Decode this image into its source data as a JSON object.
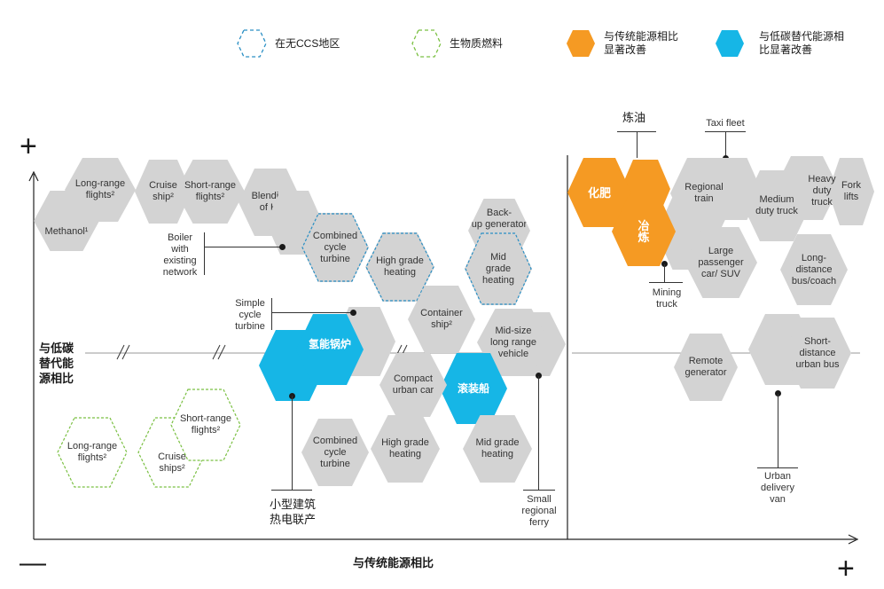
{
  "legend": {
    "no_ccs": "在无CCS地区",
    "biofuel": "生物质燃料",
    "significant_vs_traditional": "与传统能源相比\n显著改善",
    "significant_vs_lowcarbon": "与低碳替代能源相\n比显著改善"
  },
  "axes": {
    "x_label": "与传统能源相比",
    "y_label": "与低碳\n替代能\n源相比",
    "plus": "+",
    "minus": "—"
  },
  "top_left_hexes": {
    "methanol": "Methanol¹",
    "long_range_flights": "Long-range\nflights²",
    "cruise_ship": "Cruise\nship²",
    "short_range_flights": "Short-range\nflights²",
    "blending_h2": "Blending\nof H₂",
    "combined_cycle_turbine": "Combined\ncycle\nturbine",
    "high_grade_heating": "High grade\nheating",
    "backup_generator": "Back-\nup generator",
    "mid_grade_heating": "Mid\ngrade\nheating",
    "container_ship": "Container\nship²",
    "midsize_vehicle": "Mid-size\nlong range\nvehicle"
  },
  "callouts": {
    "boiler": "Boiler\nwith\nexisting\nnetwork",
    "simple_cycle": "Simple\ncycle\nturbine",
    "small_building_chp": "小型建筑\n热电联产",
    "small_regional_ferry": "Small\nregional\nferry",
    "refining": "炼油",
    "taxi_fleet": "Taxi fleet",
    "mining_truck": "Mining\ntruck",
    "urban_delivery_van": "Urban\ndelivery\nvan"
  },
  "highlight_hexes": {
    "hydrogen_boiler": "氢能锅炉",
    "roro_ship": "滚装船",
    "fertilizer": "化肥",
    "smelting": "冶\n炼"
  },
  "bottom_left_hexes": {
    "compact_urban_car": "Compact\nurban car",
    "combined_cycle_turbine": "Combined\ncycle\nturbine",
    "high_grade_heating": "High grade\nheating",
    "mid_grade_heating": "Mid grade\nheating",
    "bio_long_range_flights": "Long-range\nflights²",
    "bio_short_range_flights": "Short-range\nflights²",
    "bio_cruise_ships": "Cruise\nships²"
  },
  "right_hexes": {
    "regional_train": "Regional\ntrain",
    "medium_duty_truck": "Medium\nduty truck",
    "heavy_duty_truck": "Heavy\nduty\ntruck",
    "fork_lifts": "Fork\nlifts",
    "large_passenger_car": "Large\npassenger\ncar/ SUV",
    "long_distance_bus": "Long-\ndistance\nbus/coach",
    "remote_generator": "Remote\ngenerator",
    "short_distance_bus": "Short-\ndistance\nurban bus"
  },
  "colors": {
    "gray": "#d3d3d3",
    "orange": "#f59a23",
    "blue": "#16b6e6",
    "dashed_blue": "#2a8fc4",
    "dashed_green": "#7bc043"
  }
}
